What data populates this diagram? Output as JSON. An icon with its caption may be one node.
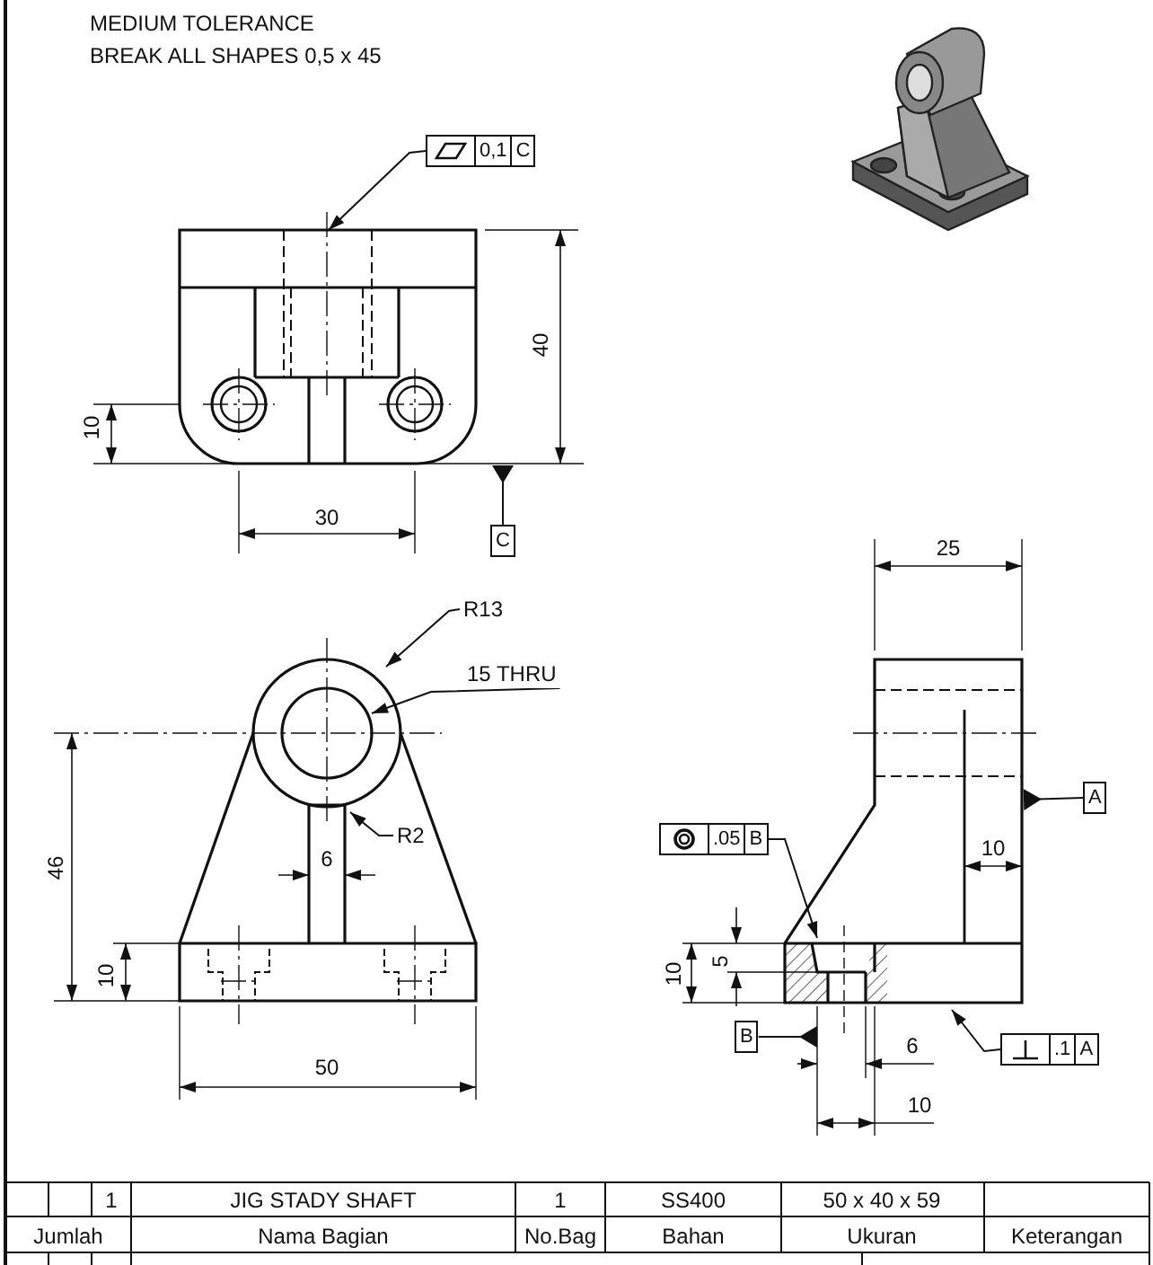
{
  "diagram": {
    "nodes": [
      {
        "text": [
          "0,1",
          "C"
        ]
      },
      {
        "text": [
          "C"
        ]
      },
      {
        "text": [
          "R13"
        ]
      },
      {
        "text": [
          "15 THRU"
        ]
      },
      {
        "text": [
          "R2"
        ]
      },
      {
        "text": [
          ".05",
          "B"
        ]
      },
      {
        "text": [
          "A"
        ]
      },
      {
        "text": [
          "B"
        ]
      },
      {
        "text": [
          ".1",
          "A"
        ]
      },
      {
        "text": [],
        "shape": "picture"
      }
    ],
    "edges": [
      {
        "from": 0,
        "to": 9,
        "arrow": "to"
      },
      {
        "from": 1,
        "to": 9,
        "arrow": "other"
      },
      {
        "from": 2,
        "to": null,
        "arrow": "to"
      },
      {
        "from": 3,
        "to": null,
        "arrow": "to"
      },
      {
        "from": 4,
        "to": null,
        "arrow": "to"
      },
      {
        "from": 5,
        "to": null,
        "arrow": "to"
      },
      {
        "from": 6,
        "to": null,
        "arrow": "other"
      },
      {
        "from": 7,
        "to": null,
        "arrow": "other"
      },
      {
        "from": 8,
        "to": null,
        "arrow": "to"
      }
    ],
    "labels": [
      "MEDIUM TOLERANCE",
      "BREAK ALL SHAPES 0,5 x 45",
      "40",
      "10",
      "30",
      "46",
      "10",
      "6",
      "50",
      "25",
      "10",
      "5",
      "10",
      "6",
      "10",
      "1",
      "JIG STADY SHAFT",
      "1",
      "SS400",
      "50 x 40 x 59",
      "Jumlah",
      "Nama Bagian",
      "No.Bag",
      "Bahan",
      "Ukuran",
      "Keterangan"
    ]
  }
}
